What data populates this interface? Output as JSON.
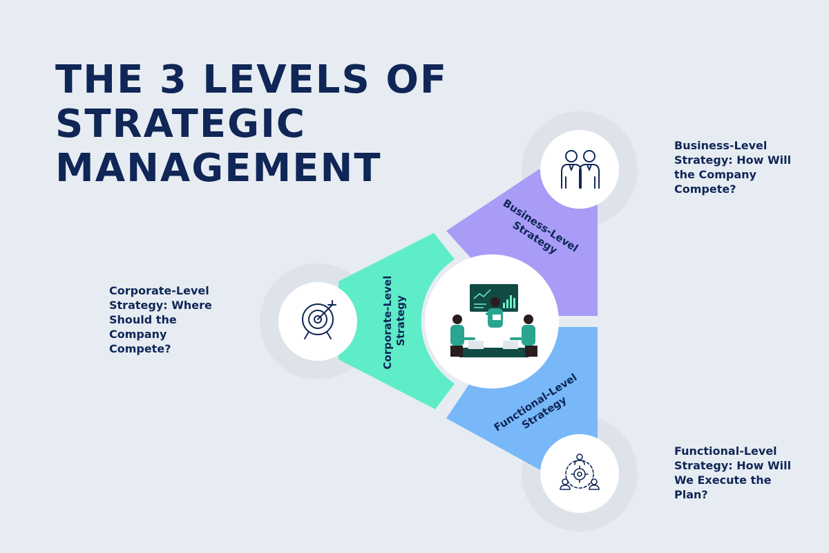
{
  "title": {
    "line1": "THE 3 LEVELS OF",
    "line2": "STRATEGIC",
    "line3": "MANAGEMENT"
  },
  "levels": {
    "business": {
      "segment_line1": "Business-Level",
      "segment_line2": "Strategy",
      "caption_line1": "Business-Level",
      "caption_line2": "Strategy: How Will",
      "caption_line3": "the Company",
      "caption_line4": "Compete?",
      "color": "#a89cf7",
      "icon": "users-icon"
    },
    "corporate": {
      "segment_line1": "Corporate-Level",
      "segment_line2": "Strategy",
      "caption_line1": "Corporate-Level",
      "caption_line2": "Strategy: Where",
      "caption_line3": "Should the",
      "caption_line4": "Company",
      "caption_line5": "Compete?",
      "color": "#5eedc8",
      "icon": "target-icon"
    },
    "functional": {
      "segment_line1": "Functional-Level",
      "segment_line2": "Strategy",
      "caption_line1": "Functional-Level",
      "caption_line2": "Strategy: How Will",
      "caption_line3": "We Execute the",
      "caption_line4": "Plan?",
      "color": "#78b8f8",
      "icon": "team-gear-icon"
    }
  },
  "colors": {
    "background": "#e6ecf2",
    "navy": "#0f2656",
    "icon_ring": "#dde3e9",
    "teal": "#2aa58f"
  }
}
